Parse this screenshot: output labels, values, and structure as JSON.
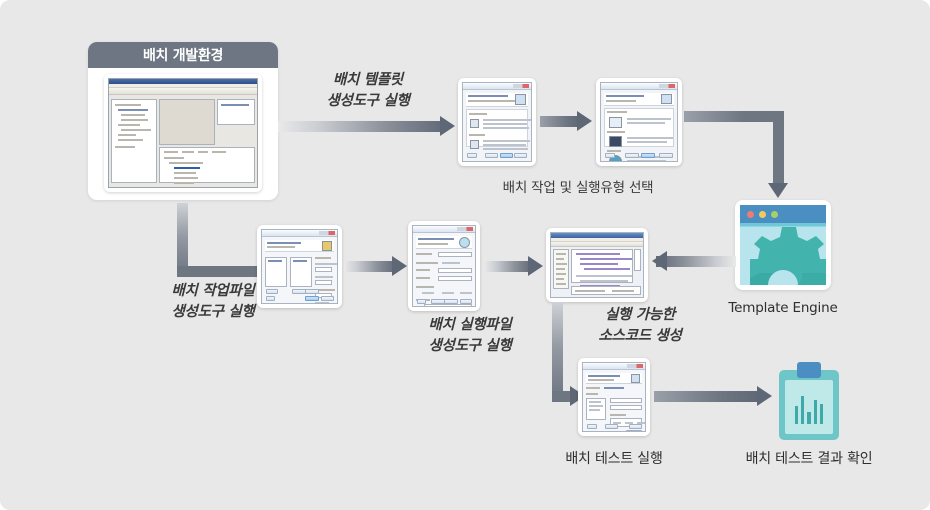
{
  "diagram": {
    "title": "배치 개발환경",
    "background_color": "#e8e8e8",
    "header_color": "#6e7684",
    "arrow_color": "#5e6775",
    "accent_teal": "#3fa8a8",
    "accent_blue": "#4a8ec2"
  },
  "panel": {
    "header_label": "배치 개발환경",
    "screenshot_name": "eclipse-ide-screenshot"
  },
  "steps": {
    "template_tool": "배치 템플릿\n생성도구 실행",
    "job_type_select": "배치 작업 및 실행유형 선택",
    "job_file_tool": "배치 작업파일\n생성도구 실행",
    "exec_file_tool": "배치 실행파일\n생성도구 실행",
    "source_generate": "실행 가능한\n소스코드 생성",
    "test_run": "배치 테스트 실행",
    "test_result": "배치 테스트 결과 확인"
  },
  "nodes": {
    "template_engine": {
      "label": "Template Engine",
      "icon": "browser-gear-icon",
      "dots": [
        "#ef7b72",
        "#f2cc5a",
        "#a9d063"
      ]
    },
    "result": {
      "label": "배치 테스트 결과 확인",
      "icon": "clipboard-chart-icon",
      "bar_heights": [
        18,
        28,
        12,
        24,
        20
      ]
    }
  },
  "thumbnails": {
    "wizard_1": "배치 템플릿 생성도구 마법사 1단계",
    "wizard_2": "배치 템플릿 생성도구 마법사 2단계",
    "job_file_dialog": "배치 작업파일 생성도구 대화상자",
    "exec_file_dialog": "배치 실행파일 생성도구 대화상자",
    "source_code": "생성된 소스코드 편집기",
    "test_dialog": "배치 테스트 실행 대화상자"
  }
}
